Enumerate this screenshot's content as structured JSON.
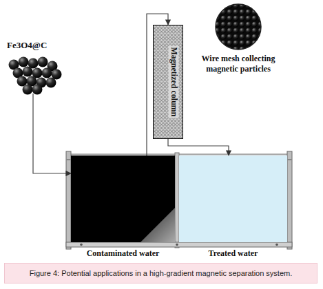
{
  "diagram": {
    "caption": "Figure 4: Potential applications in a high-gradient magnetic separation system.",
    "nodes": [
      {
        "text": [
          "Fe3O4@C"
        ]
      },
      {
        "text": [
          "Magnetized column"
        ]
      },
      {
        "text": [
          "Wire mesh collecting magnetic particles"
        ]
      },
      {
        "text": [
          "Contaminated water"
        ]
      },
      {
        "text": [
          "Treated water"
        ]
      }
    ],
    "edges": [
      {
        "from": 0,
        "to": 3,
        "arrow": "to"
      },
      {
        "from": 3,
        "to": 1,
        "arrow": "to"
      },
      {
        "from": 1,
        "to": 4,
        "arrow": "to"
      }
    ]
  }
}
